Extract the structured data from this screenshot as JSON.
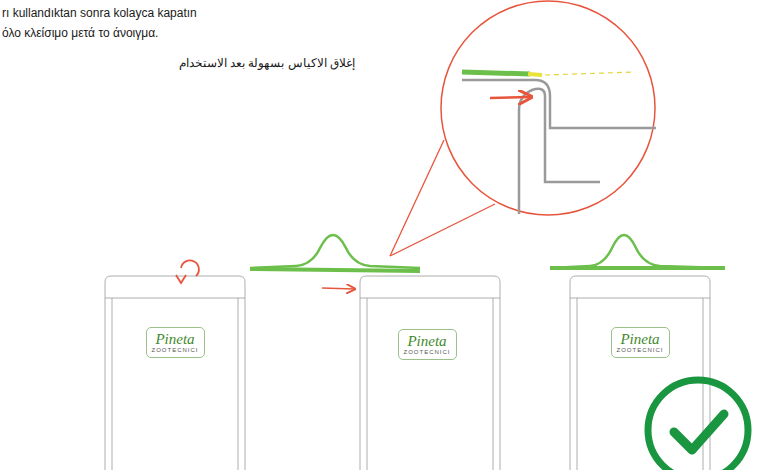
{
  "diagram": {
    "nodes": [
      {
        "text": [
          "Pineta",
          "ZOOTECNICI"
        ]
      },
      {
        "text": [
          "Pineta",
          "ZOOTECNICI"
        ]
      },
      {
        "text": [
          "Pineta",
          "ZOOTECNICI"
        ]
      }
    ],
    "labels": [
      "rı kullandıktan sonra kolayca kapatın",
      "όλο κλείσιμο μετά το άνοιγμα.",
      "إغلاق الاكياس بسهولة بعد الاستخدام"
    ]
  }
}
